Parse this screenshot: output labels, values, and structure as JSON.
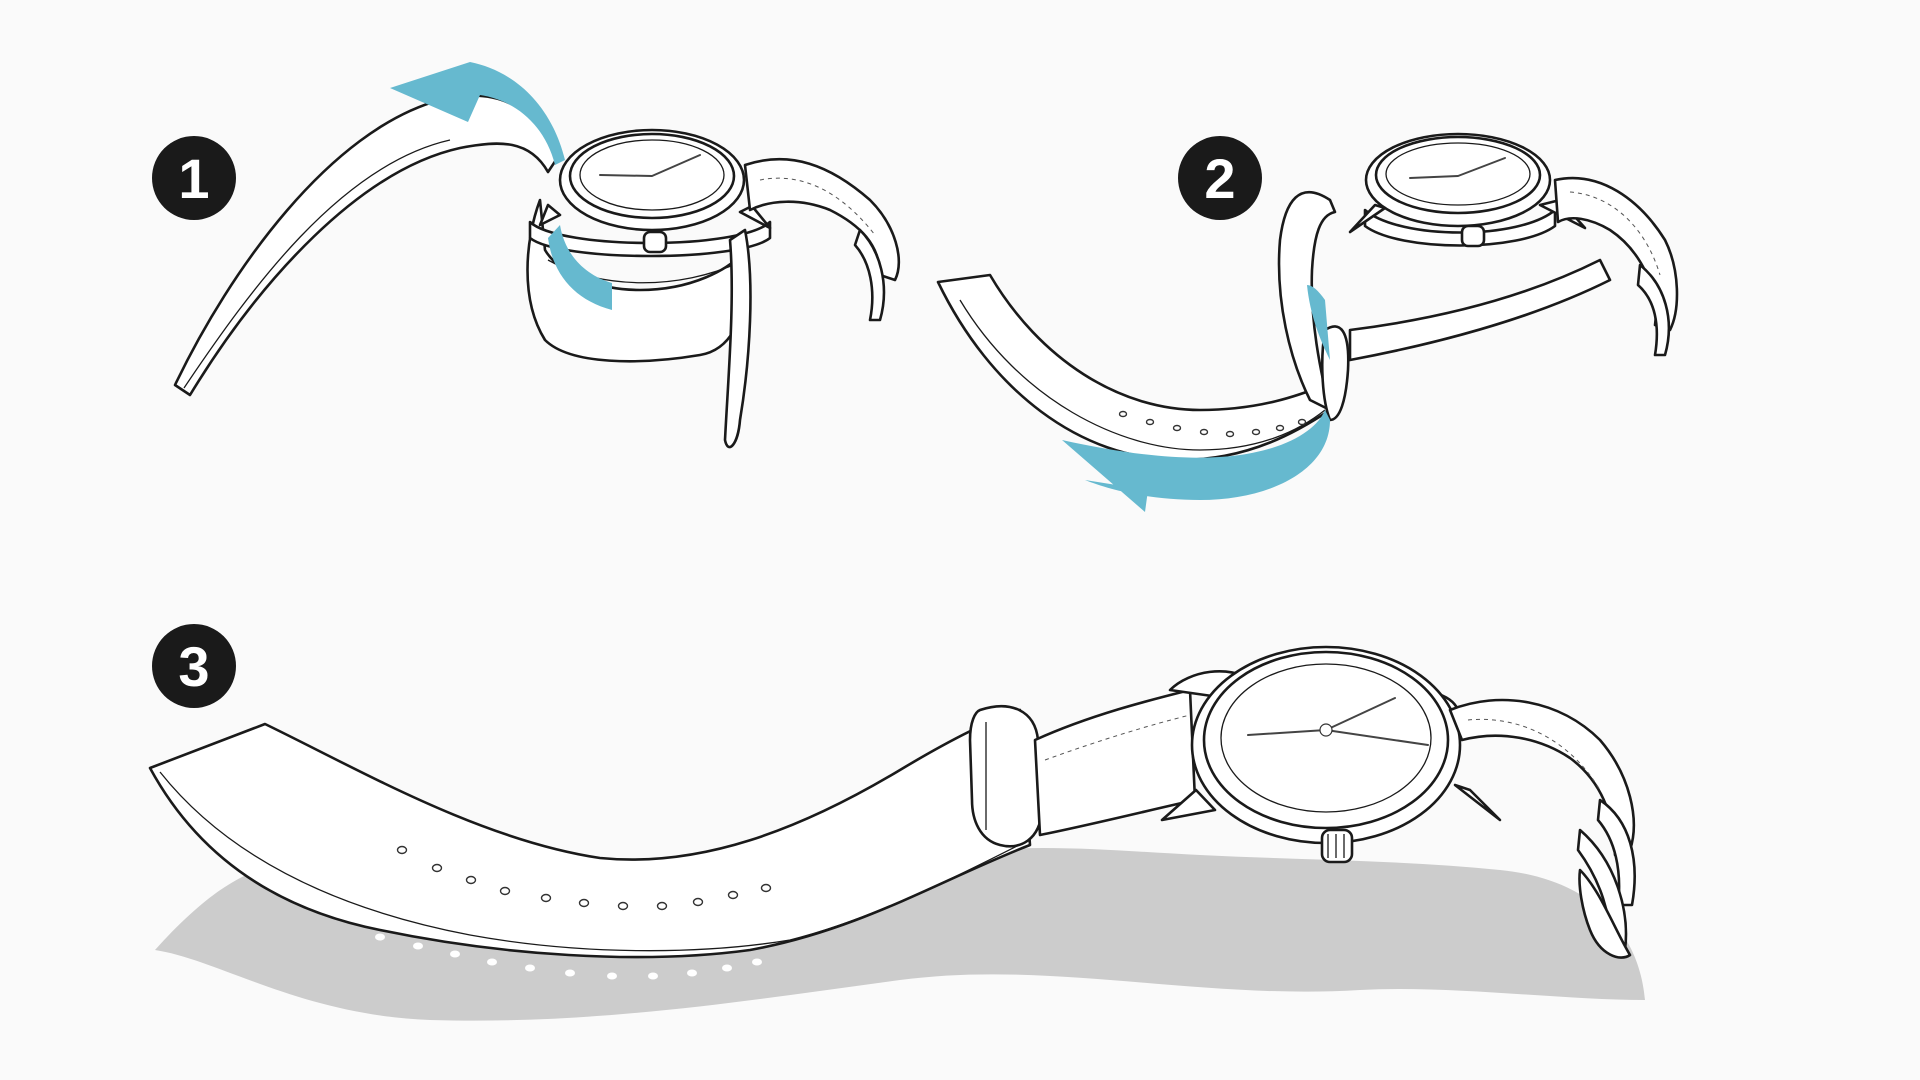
{
  "diagram": {
    "steps": [
      {
        "number": "1"
      },
      {
        "number": "2"
      },
      {
        "number": "3"
      }
    ]
  },
  "colors": {
    "background": "#fafafa",
    "step_badge": "#1a1a1a",
    "step_text": "#ffffff",
    "arrow": "#66b9cf",
    "line": "#1a1a1a",
    "shadow": "#cccccc"
  },
  "icons": {
    "direction_arrow": "curved-arrow",
    "watch": "watch-face"
  }
}
